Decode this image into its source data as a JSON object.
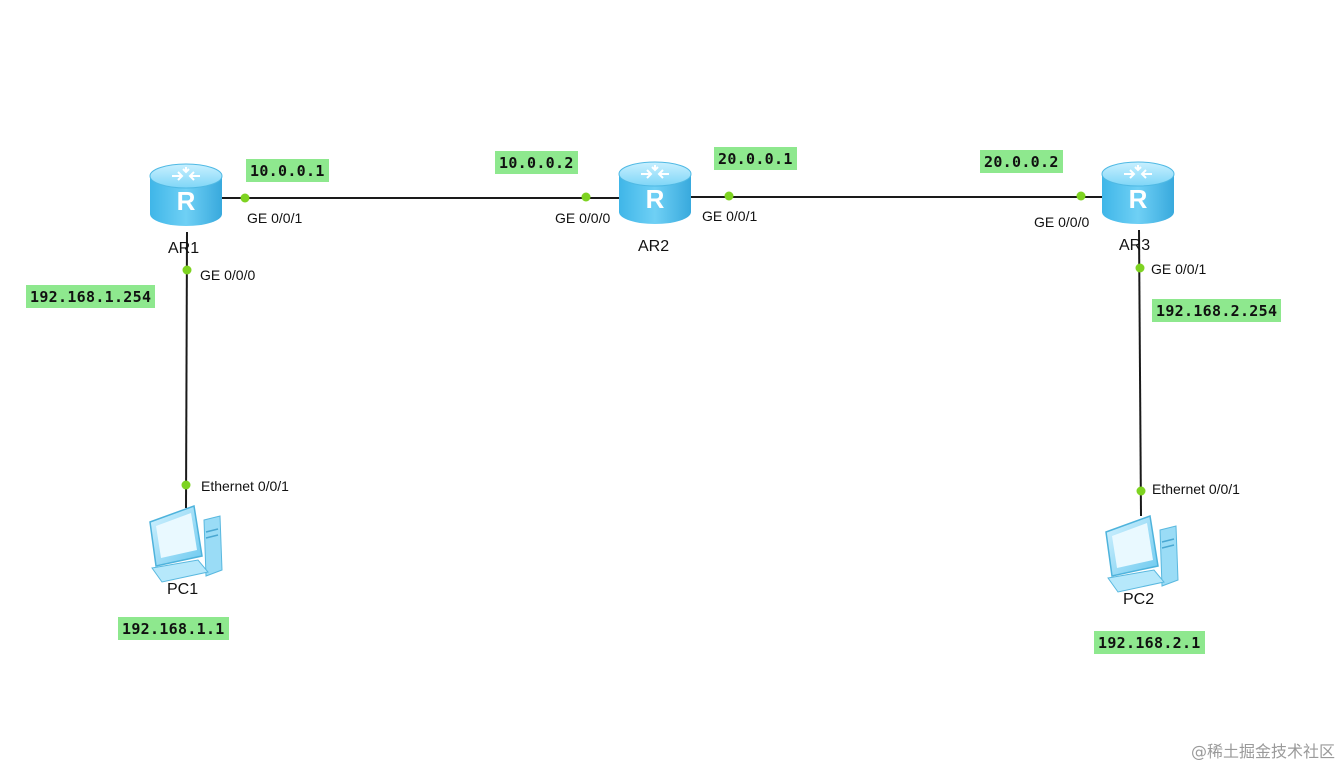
{
  "colors": {
    "link": "#1a1a1a",
    "port_dot": "#7ed321",
    "ip_label_bg": "#8ee88e",
    "router_body": "#5cc8f0",
    "pc_body": "#8ad6f5"
  },
  "devices": {
    "ar1": {
      "name": "AR1",
      "type": "router",
      "icon": "router-icon"
    },
    "ar2": {
      "name": "AR2",
      "type": "router",
      "icon": "router-icon"
    },
    "ar3": {
      "name": "AR3",
      "type": "router",
      "icon": "router-icon"
    },
    "pc1": {
      "name": "PC1",
      "type": "pc",
      "icon": "pc-icon"
    },
    "pc2": {
      "name": "PC2",
      "type": "pc",
      "icon": "pc-icon"
    }
  },
  "ports": {
    "ar1_ge001": "GE 0/0/1",
    "ar1_ge000": "GE 0/0/0",
    "ar2_ge000": "GE 0/0/0",
    "ar2_ge001": "GE 0/0/1",
    "ar3_ge000": "GE 0/0/0",
    "ar3_ge001": "GE 0/0/1",
    "pc1_eth": "Ethernet 0/0/1",
    "pc2_eth": "Ethernet 0/0/1"
  },
  "ips": {
    "ar1_ge001": "10.0.0.1",
    "ar2_ge000": "10.0.0.2",
    "ar2_ge001": "20.0.0.1",
    "ar3_ge000": "20.0.0.2",
    "ar1_ge000": "192.168.1.254",
    "ar3_ge001": "192.168.2.254",
    "pc1": "192.168.1.1",
    "pc2": "192.168.2.1"
  },
  "watermark": "@稀土掘金技术社区"
}
